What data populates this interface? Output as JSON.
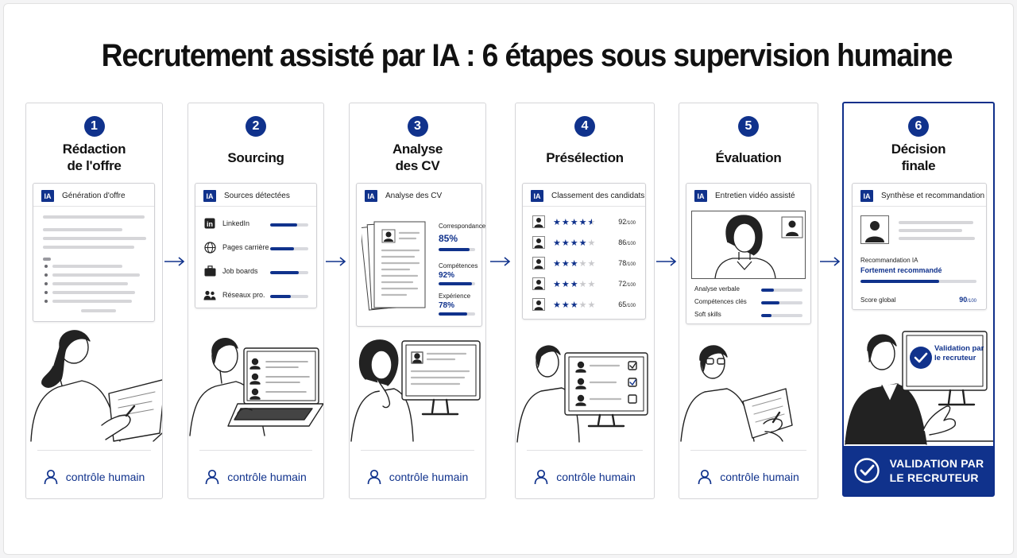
{
  "title": "Recrutement assisté par IA : 6 étapes sous supervision humaine",
  "ia_badge": "IA",
  "control_label": "contrôle humain",
  "steps": [
    {
      "number": "1",
      "title_line1": "Rédaction",
      "title_line2": "de l'offre",
      "panel_title": "Génération d'offre"
    },
    {
      "number": "2",
      "title": "Sourcing",
      "panel_title": "Sources détectées",
      "sources": [
        {
          "label": "LinkedIn",
          "value": 0.7
        },
        {
          "label": "Pages carrière",
          "value": 0.62
        },
        {
          "label": "Job boards",
          "value": 0.75
        },
        {
          "label": "Réseaux pro.",
          "value": 0.55
        }
      ]
    },
    {
      "number": "3",
      "title_line1": "Analyse",
      "title_line2": "des CV",
      "panel_title": "Analyse des CV",
      "metrics": [
        {
          "label": "Correspondance",
          "value": "85%",
          "fraction": 0.85
        },
        {
          "label": "Compétences",
          "value": "92%",
          "fraction": 0.92
        },
        {
          "label": "Expérience",
          "value": "78%",
          "fraction": 0.78
        }
      ]
    },
    {
      "number": "4",
      "title": "Présélection",
      "panel_title": "Classement des candidats",
      "score_suffix": "/100",
      "candidates": [
        {
          "score": "92",
          "stars": 4.5
        },
        {
          "score": "86",
          "stars": 4
        },
        {
          "score": "78",
          "stars": 3
        },
        {
          "score": "72",
          "stars": 3
        },
        {
          "score": "65",
          "stars": 3
        }
      ]
    },
    {
      "number": "5",
      "title": "Évaluation",
      "panel_title": "Entretien vidéo assisté",
      "criteria": [
        {
          "label": "Analyse verbale",
          "value": 0.3
        },
        {
          "label": "Compétences clés",
          "value": 0.45
        },
        {
          "label": "Soft skills",
          "value": 0.25
        }
      ]
    },
    {
      "number": "6",
      "title_line1": "Décision",
      "title_line2": "finale",
      "panel_title": "Synthèse et recommandation",
      "recommendation_label": "Recommandation IA",
      "recommendation_value": "Fortement recommandé",
      "recommendation_fraction": 0.68,
      "score_label": "Score global",
      "score_value": "90",
      "score_suffix": "/100",
      "screen_text": "Validation par le recruteur",
      "banner_line1": "VALIDATION PAR",
      "banner_line2": "LE RECRUTEUR"
    }
  ],
  "colors": {
    "accent": "#10328c",
    "bar_track": "#d8d9de",
    "border": "#d5d5d8"
  }
}
